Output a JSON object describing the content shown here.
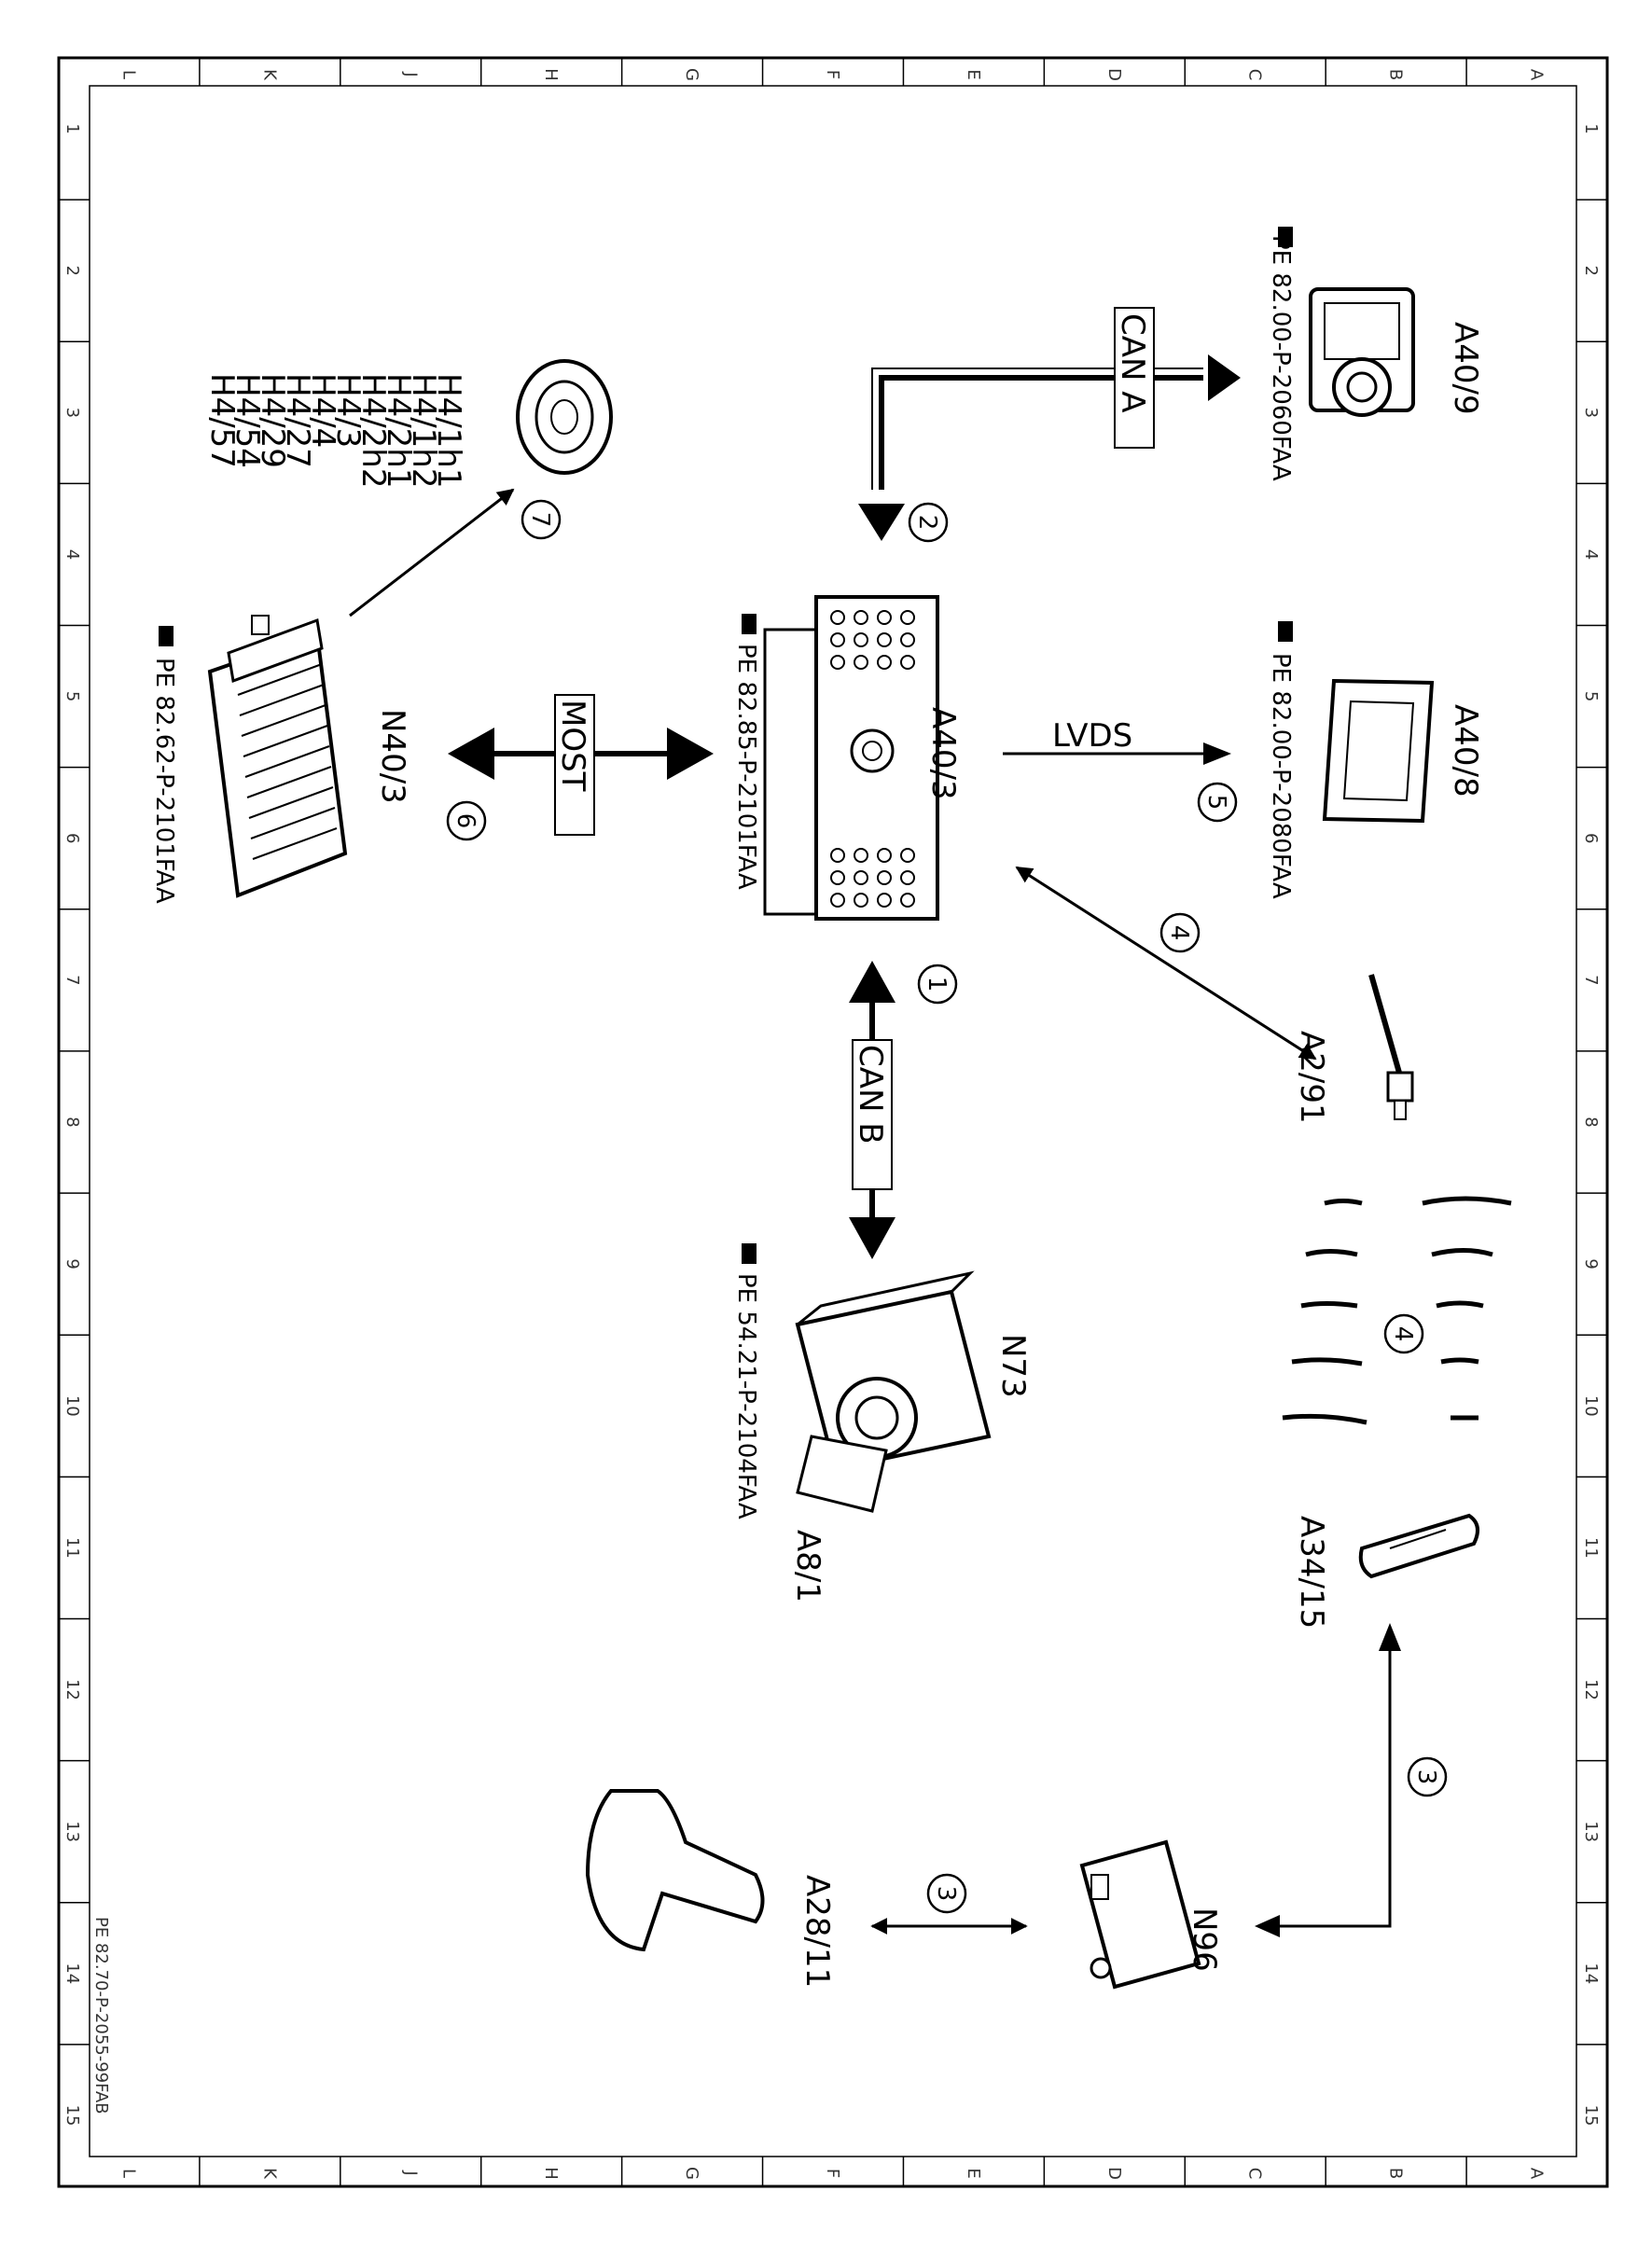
{
  "columns": [
    "L",
    "K",
    "J",
    "H",
    "G",
    "F",
    "E",
    "D",
    "C",
    "B",
    "A"
  ],
  "rows": [
    "1",
    "2",
    "3",
    "4",
    "5",
    "6",
    "7",
    "8",
    "9",
    "10",
    "11",
    "12",
    "13",
    "14",
    "15"
  ],
  "components": {
    "a40_3": {
      "label": "A40/3",
      "ref": "PE 82.85-P-2101FAA"
    },
    "a40_9": {
      "label": "A40/9",
      "ref": "PE 82.00-P-2060FAA"
    },
    "a40_8": {
      "label": "A40/8",
      "ref": "PE 82.00-P-2080FAA"
    },
    "n40_3": {
      "label": "N40/3",
      "ref": "PE 82.62-P-2101FAA"
    },
    "n73": {
      "label": "N73",
      "ref": "PE 54.21-P-2104FAA"
    },
    "a8_1": {
      "label": "A8/1"
    },
    "a2_91": {
      "label": "A2/91"
    },
    "a34_15": {
      "label": "A34/15"
    },
    "a28_11": {
      "label": "A28/11"
    },
    "n96": {
      "label": "N96"
    },
    "speakers": {
      "labels": [
        "H4/1h1",
        "H4/1h2",
        "H4/2h1",
        "H4/2h2",
        "H4/3",
        "H4/4",
        "H4/27",
        "H4/29",
        "H4/54",
        "H4/57"
      ]
    }
  },
  "buses": {
    "can_a": "CAN A",
    "can_b": "CAN B",
    "most": "MOST",
    "lvds": "LVDS"
  },
  "connections": [
    "1",
    "2",
    "3",
    "3",
    "4",
    "4",
    "5",
    "6",
    "7"
  ],
  "footer": "PE 82.70-P-2055-99FAB"
}
